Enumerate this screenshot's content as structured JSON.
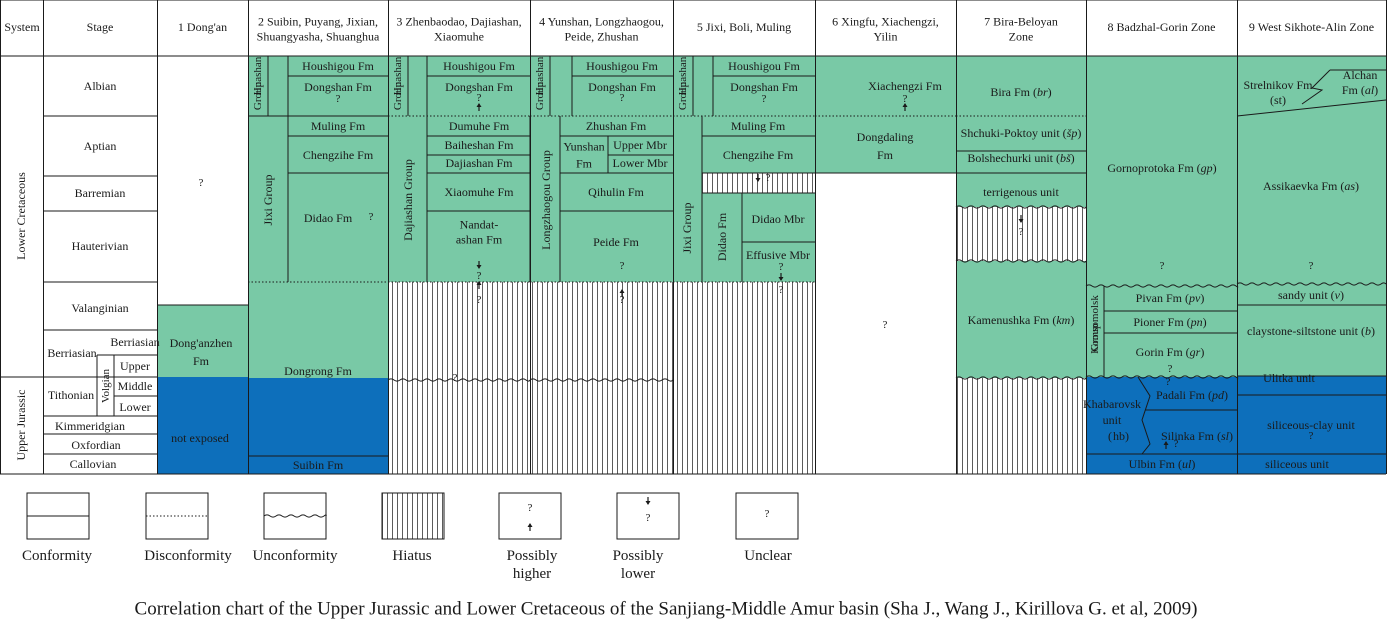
{
  "colors": {
    "green": "#79c9a6",
    "blue": "#0d6fbb",
    "line": "#1a1a1a",
    "paper": "#ffffff"
  },
  "header": {
    "system": "System",
    "stage": "Stage",
    "columns": [
      [
        "1 Dong'an"
      ],
      [
        "2 Suibin, Puyang, Jixian,",
        "Shuangyashа, Shuanghua"
      ],
      [
        "3 Zhenbaodao, Dajiashan,",
        "Xiaomuhe"
      ],
      [
        "4 Yunshan, Longzhaogou,",
        "Peide, Zhushan"
      ],
      [
        "5 Jixi, Boli, Muling"
      ],
      [
        "6 Xingfu, Xiachengzi,",
        "Yilin"
      ],
      [
        "7 Bira-Beloyan",
        "Zone"
      ],
      [
        "8 Badzhal-Gorin Zone"
      ],
      [
        "9 West Sikhote-Alin Zone"
      ]
    ]
  },
  "systems": {
    "lower": "Lower Cretaceous",
    "upper": "Upper Jurassic"
  },
  "stages": {
    "albian": "Albian",
    "aptian": "Aptian",
    "barremian": "Barremian",
    "hauterivian": "Hauterivian",
    "valanginian": "Valanginian",
    "berriasian": "Berriasian",
    "berriasian_sub": "Berriasian",
    "upper": "Upper",
    "middle": "Middle",
    "lower": "Lower",
    "volgian": "Volgian",
    "tithonian": "Tithonian",
    "kimmeridgian": "Kimmeridgian",
    "oxfordian": "Oxfordian",
    "callovian": "Callovian"
  },
  "units": {
    "q": "?",
    "c1_unknown": "?",
    "c1_donganzhen": [
      "Dong'anzhen",
      "Fm"
    ],
    "c1_notexposed": "not exposed",
    "huashan_group": [
      "Huashan",
      "Group"
    ],
    "jixi_group": "Jixi Group",
    "dajiashan_group": "Dajiashan Group",
    "longzhaogou_group": "Longzhaogou Group",
    "houshigou": "Houshigou Fm",
    "dongshan": "Dongshan Fm",
    "muling": "Muling Fm",
    "chengzihe": "Chengzihe Fm",
    "didao": "Didao Fm",
    "dongrong": "Dongrong Fm",
    "suibin": "Suibin Fm",
    "dumuhe": "Dumuhe Fm",
    "baiheshan": "Baiheshan Fm",
    "dajiashan": "Dajiashan Fm",
    "xiaomuhe": "Xiaomuhe Fm",
    "nandatashan": [
      "Nandat-",
      "ashan Fm"
    ],
    "zhushan": "Zhushan Fm",
    "yunshan": [
      "Yunshan",
      "Fm"
    ],
    "upper_mbr": "Upper Mbr",
    "lower_mbr": "Lower Mbr",
    "qihulin": "Qihulin Fm",
    "peide": "Peide Fm",
    "didao_mbr": "Didao Mbr",
    "effusive_mbr": "Effusive Mbr",
    "xiachengzi": "Xiachengzi Fm",
    "dongdaling": [
      "Dongdaling",
      "Fm"
    ],
    "bira": [
      "Bira Fm (",
      "br",
      ")"
    ],
    "shchuki": [
      "Shchuki-Poktoy unit (",
      "šp",
      ")"
    ],
    "bolshe": [
      "Bolshechurki unit (",
      "bš",
      ")"
    ],
    "terrigenous": "terrigenous unit",
    "kamenushka": [
      "Kamenushka Fm (",
      "km",
      ")"
    ],
    "gornoprotoka": [
      "Gornoprotoka Fm (",
      "gp",
      ")"
    ],
    "komsomolsk": [
      "Komsomolsk",
      "Group"
    ],
    "pivan": [
      "Pivan Fm (",
      "pv",
      ")"
    ],
    "pioner": [
      "Pioner Fm (",
      "pn",
      ")"
    ],
    "gorin": [
      "Gorin Fm (",
      "gr",
      ")"
    ],
    "khabarovsk": [
      "Khabarovsk",
      "unit",
      "hb"
    ],
    "padali": [
      "Padali Fm (",
      "pd",
      ")"
    ],
    "silinka": [
      "Silinka Fm (",
      "sl",
      ")"
    ],
    "ulbin": [
      "Ulbin Fm (",
      "ul",
      ")"
    ],
    "strelnikov": [
      "Strelnikov Fm",
      "st"
    ],
    "alchan": [
      "Alchan",
      "Fm (",
      "al",
      ")"
    ],
    "assikaevka": [
      "Assikaevka Fm (",
      "as",
      ")"
    ],
    "sandy": [
      "sandy unit (",
      "v",
      ")"
    ],
    "claystone": [
      "claystone-siltstone unit (",
      "b",
      ")"
    ],
    "ulitka": "Ulitka unit",
    "siliceous_clay": "siliceous-clay unit",
    "siliceous": "siliceous unit"
  },
  "legend": [
    {
      "label": [
        "Conformity"
      ]
    },
    {
      "label": [
        "Disconformity"
      ]
    },
    {
      "label": [
        "Unconformity"
      ]
    },
    {
      "label": [
        "Hiatus"
      ]
    },
    {
      "label": [
        "Possibly",
        "higher"
      ]
    },
    {
      "label": [
        "Possibly",
        "lower"
      ]
    },
    {
      "label": [
        "Unclear"
      ]
    }
  ],
  "caption": "Correlation chart of the Upper Jurassic and Lower Cretaceous of the Sanjiang-Middle  Amur basin (Sha J., Wang J., Kirillova G. et al, 2009)"
}
